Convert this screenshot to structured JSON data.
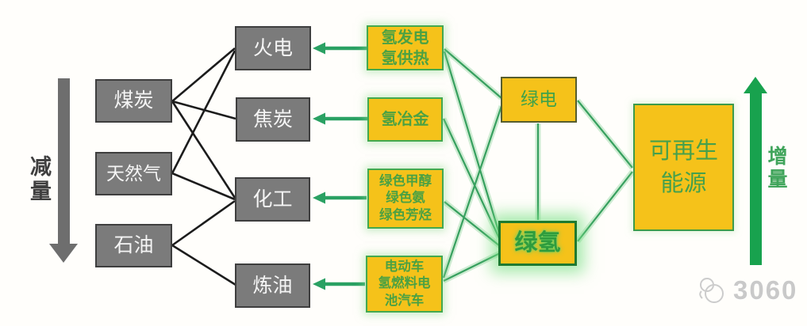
{
  "diagram": {
    "left_flow": {
      "label": "减量",
      "arrow_direction": "down",
      "arrow_color": "#6e6e6e"
    },
    "right_flow": {
      "label": "增量",
      "arrow_direction": "up",
      "arrow_color": "#18a24e"
    },
    "fossil_sources": [
      {
        "label": "煤炭"
      },
      {
        "label": "天然气"
      },
      {
        "label": "石油"
      }
    ],
    "fossil_uses": [
      {
        "label": "火电"
      },
      {
        "label": "焦炭"
      },
      {
        "label": "化工"
      },
      {
        "label": "炼油"
      }
    ],
    "hydrogen_solutions": [
      {
        "label": "氢发电\n氢供热"
      },
      {
        "label": "氢冶金"
      },
      {
        "label": "绿色甲醇\n绿色氨\n绿色芳烃"
      },
      {
        "label": "电动车\n氢燃料电\n池汽车"
      }
    ],
    "green_energy": {
      "green_power": "绿电",
      "green_hydrogen": "绿氢",
      "renewable": "可再生\n能源"
    },
    "connections": {
      "fossil_links": [
        [
          "煤炭",
          "火电"
        ],
        [
          "煤炭",
          "焦炭"
        ],
        [
          "煤炭",
          "化工"
        ],
        [
          "天然气",
          "火电"
        ],
        [
          "天然气",
          "化工"
        ],
        [
          "石油",
          "化工"
        ],
        [
          "石油",
          "炼油"
        ]
      ],
      "substitution_arrows": [
        [
          "氢发电氢供热",
          "火电"
        ],
        [
          "氢冶金",
          "焦炭"
        ],
        [
          "绿色甲醇绿色氨绿色芳烃",
          "化工"
        ],
        [
          "电动车氢燃料电池汽车",
          "炼油"
        ]
      ],
      "green_links": [
        [
          "氢发电氢供热",
          "绿电"
        ],
        [
          "氢发电氢供热",
          "绿氢"
        ],
        [
          "氢冶金",
          "绿氢"
        ],
        [
          "绿色甲醇绿色氨绿色芳烃",
          "绿氢"
        ],
        [
          "电动车氢燃料电池汽车",
          "绿氢"
        ],
        [
          "电动车氢燃料电池汽车",
          "绿电"
        ],
        [
          "绿电",
          "绿氢"
        ],
        [
          "绿电",
          "可再生能源"
        ],
        [
          "绿氢",
          "可再生能源"
        ]
      ]
    },
    "colors": {
      "gray_box": "#7b7b7b",
      "yellow_box": "#f5c21a",
      "black_line": "#1c1c1c",
      "green_line": "#37a05f",
      "green_arrow": "#2aa163",
      "green_text": "#4ba143",
      "glow_green": "#9be0a5"
    }
  },
  "watermark": {
    "text": "3060"
  }
}
